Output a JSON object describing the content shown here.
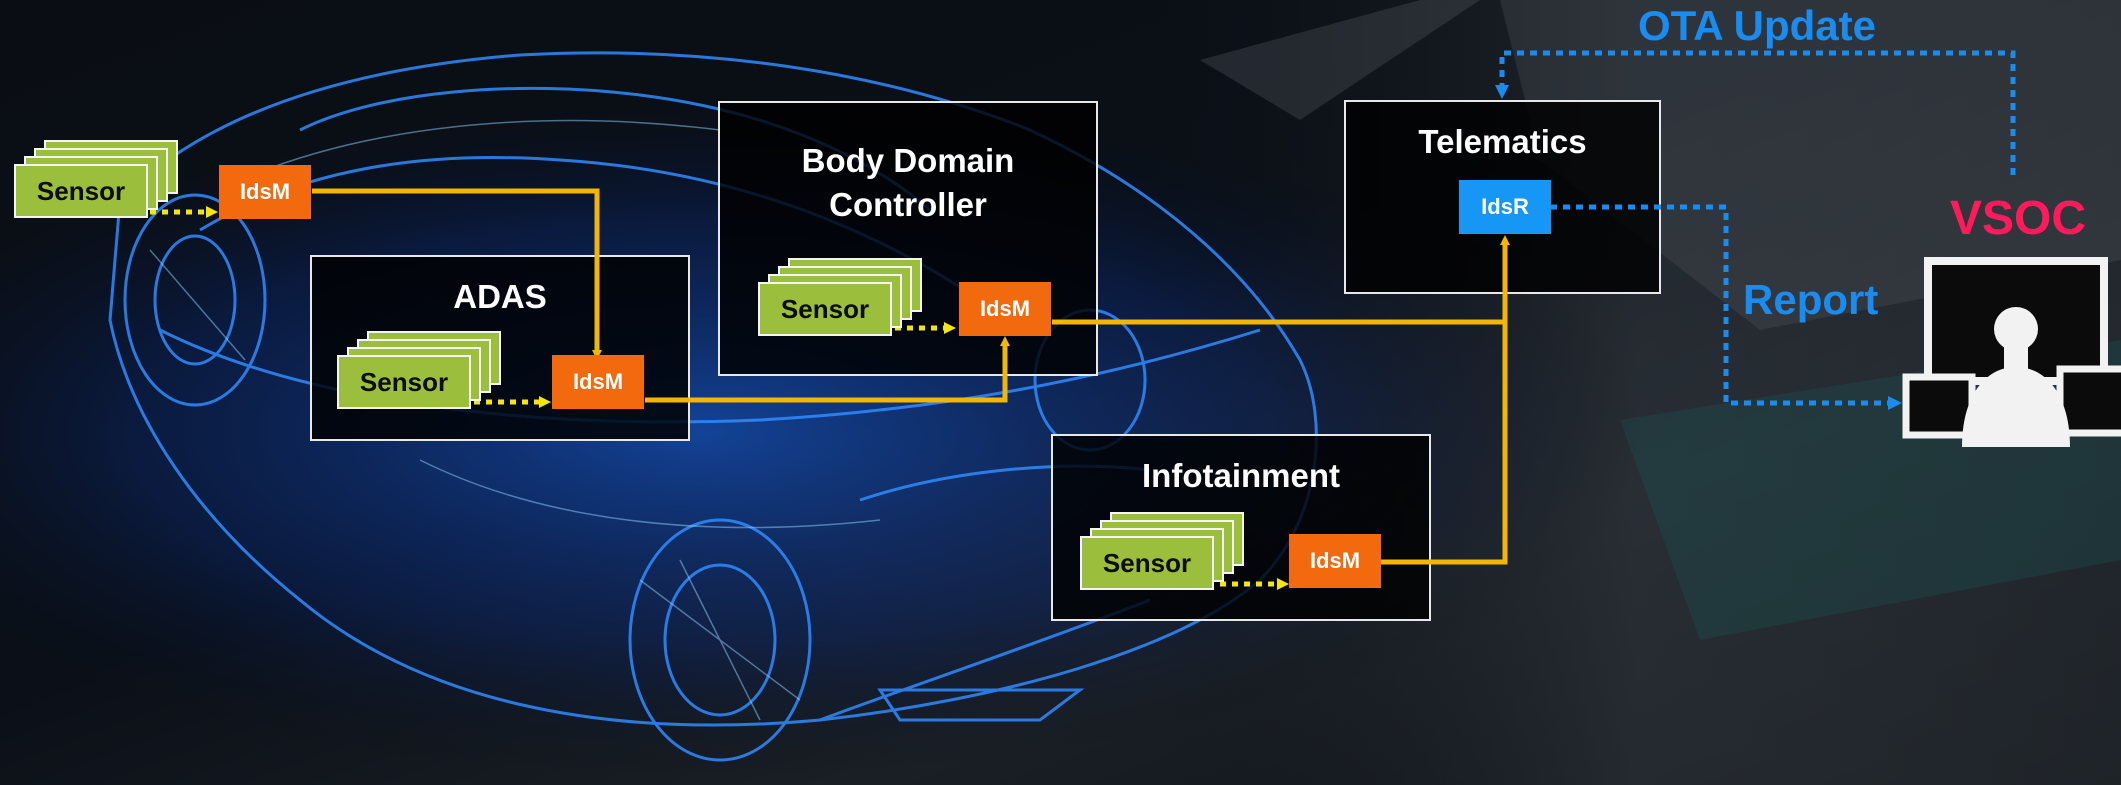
{
  "colors": {
    "sensor": "#9bbf3c",
    "idsm": "#f26a0d",
    "idsr": "#1696f5",
    "internal_link": "#f2b705",
    "sensor_link": "#f5e60a",
    "external_link": "#1a8cf0",
    "vsoc": "#ff1a5c"
  },
  "sensor_label": "Sensor",
  "idsm_label": "IdsM",
  "idsr_label": "IdsR",
  "panels": {
    "adas": {
      "title": "ADAS"
    },
    "body": {
      "title": "Body Domain\nController"
    },
    "telematics": {
      "title": "Telematics"
    },
    "infotainment": {
      "title": "Infotainment"
    }
  },
  "labels": {
    "ota_update": "OTA Update",
    "report": "Report",
    "vsoc": "VSOC"
  },
  "icons": {
    "operator": "security-operator-workstation-icon",
    "car": "wireframe-car-icon"
  }
}
